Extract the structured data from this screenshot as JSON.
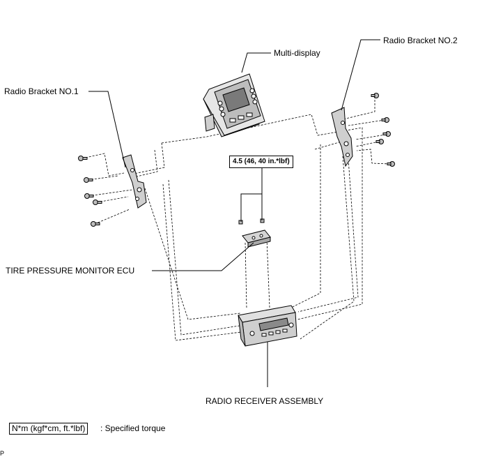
{
  "labels": {
    "multi_display": "Multi-display",
    "radio_bracket_no1": "Radio Bracket NO.1",
    "radio_bracket_no2": "Radio Bracket NO.2",
    "tire_pressure_monitor_ecu": "TIRE PRESSURE MONITOR ECU",
    "radio_receiver_assembly": "RADIO RECEIVER ASSEMBLY"
  },
  "torque": {
    "value": "4.5 (46, 40 in.*lbf)"
  },
  "legend": {
    "box_text": "N*m (kgf*cm, ft.*lbf)",
    "description": ": Specified torque"
  },
  "footer": {
    "mark": "P"
  }
}
